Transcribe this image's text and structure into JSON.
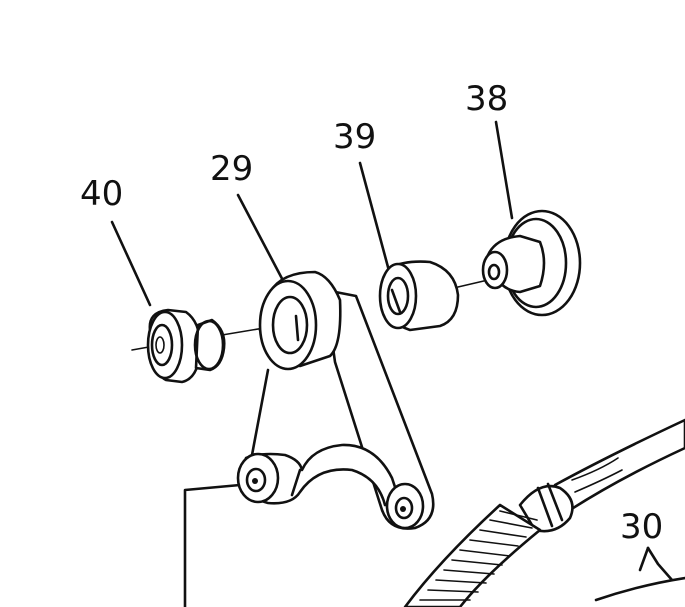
{
  "callouts": {
    "part_40": "40",
    "part_29": "29",
    "part_39": "39",
    "part_38": "38",
    "part_30": "30"
  },
  "colors": {
    "ink": "#111111",
    "paper": "#ffffff"
  }
}
